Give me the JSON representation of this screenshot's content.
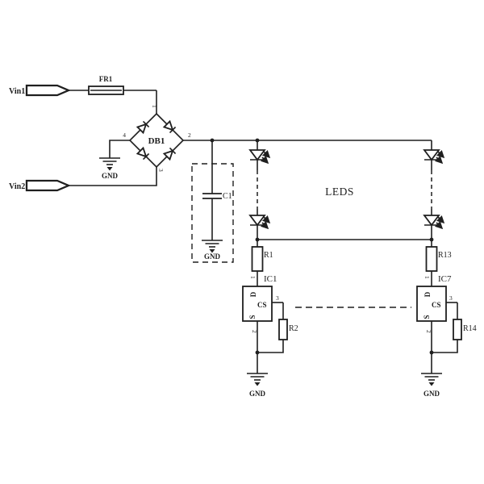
{
  "diagram_type": "LED driver circuit schematic",
  "colors": {
    "ink": "#1f1f1f",
    "background": "#ffffff"
  },
  "labels": {
    "vin1": "Vin1",
    "vin2": "Vin2",
    "fuse": "FR1",
    "bridge": "DB1",
    "bridge_pins": {
      "p1": "1",
      "p2": "2",
      "p3": "3",
      "p4": "4"
    },
    "gnd": "GND",
    "cap": "C1",
    "leds": "LEDS",
    "left": {
      "r_top": "R1",
      "ic": "IC1",
      "ic_d": "D",
      "ic_cs": "CS",
      "ic_s": "S",
      "p1": "1",
      "p2": "2",
      "p3": "3",
      "r_set": "R2"
    },
    "right": {
      "r_top": "R13",
      "ic": "IC7",
      "ic_d": "D",
      "ic_cs": "CS",
      "ic_s": "S",
      "p1": "1",
      "p2": "2",
      "p3": "3",
      "r_set": "R14"
    }
  }
}
